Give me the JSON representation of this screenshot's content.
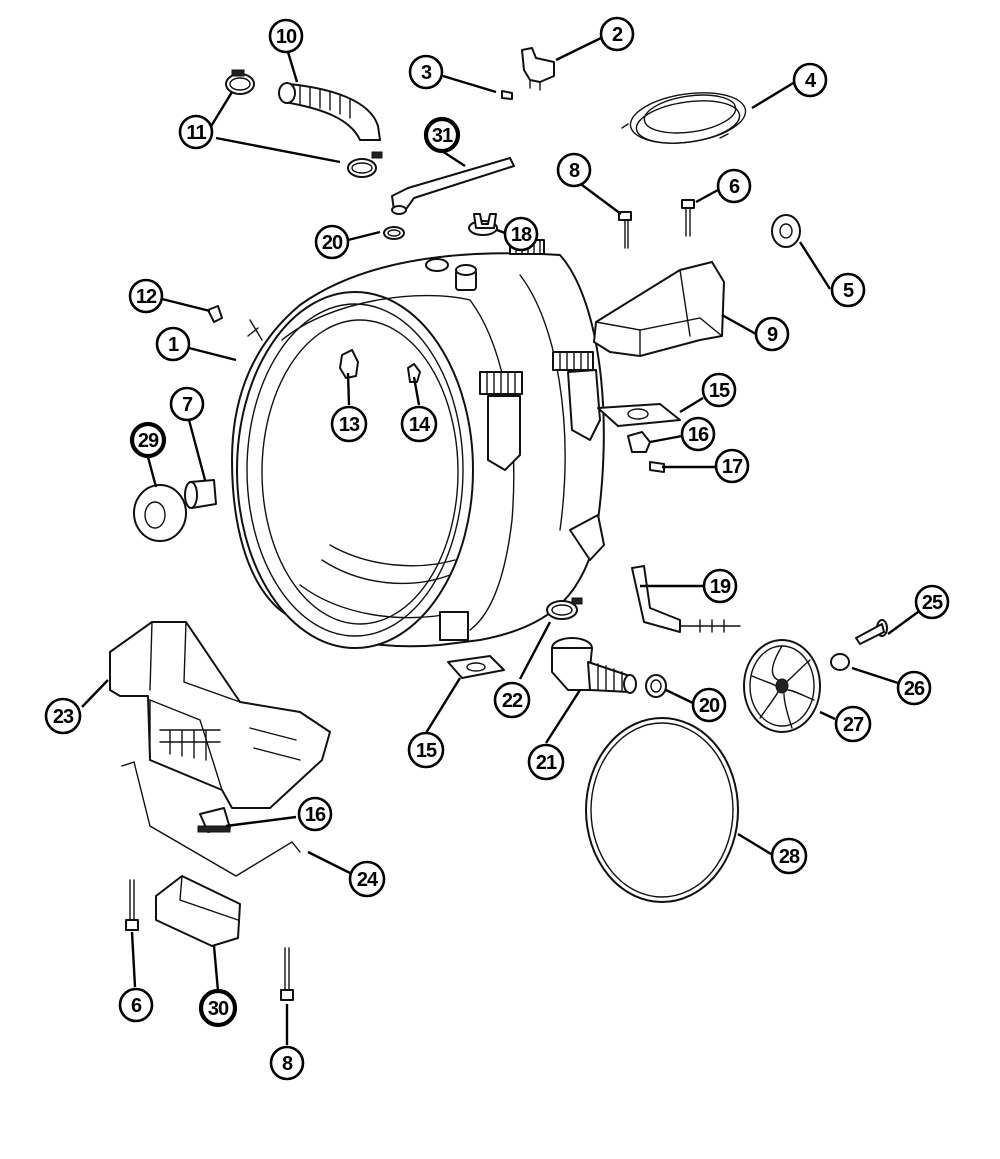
{
  "colors": {
    "line": "#000000",
    "background": "#ffffff"
  },
  "callouts": [
    {
      "id": "c10",
      "label": "10"
    },
    {
      "id": "c3",
      "label": "3"
    },
    {
      "id": "c2",
      "label": "2"
    },
    {
      "id": "c4",
      "label": "4"
    },
    {
      "id": "c11",
      "label": "11"
    },
    {
      "id": "c31",
      "label": "31"
    },
    {
      "id": "c8a",
      "label": "8"
    },
    {
      "id": "c6a",
      "label": "6"
    },
    {
      "id": "c20a",
      "label": "20"
    },
    {
      "id": "c18",
      "label": "18"
    },
    {
      "id": "c5",
      "label": "5"
    },
    {
      "id": "c12",
      "label": "12"
    },
    {
      "id": "c9",
      "label": "9"
    },
    {
      "id": "c1",
      "label": "1"
    },
    {
      "id": "c15a",
      "label": "15"
    },
    {
      "id": "c7",
      "label": "7"
    },
    {
      "id": "c13",
      "label": "13"
    },
    {
      "id": "c14",
      "label": "14"
    },
    {
      "id": "c16a",
      "label": "16"
    },
    {
      "id": "c29",
      "label": "29"
    },
    {
      "id": "c17",
      "label": "17"
    },
    {
      "id": "c19",
      "label": "19"
    },
    {
      "id": "c25",
      "label": "25"
    },
    {
      "id": "c22",
      "label": "22"
    },
    {
      "id": "c20b",
      "label": "20"
    },
    {
      "id": "c26",
      "label": "26"
    },
    {
      "id": "c23",
      "label": "23"
    },
    {
      "id": "c27",
      "label": "27"
    },
    {
      "id": "c15b",
      "label": "15"
    },
    {
      "id": "c21",
      "label": "21"
    },
    {
      "id": "c16b",
      "label": "16"
    },
    {
      "id": "c28",
      "label": "28"
    },
    {
      "id": "c24",
      "label": "24"
    },
    {
      "id": "c6b",
      "label": "6"
    },
    {
      "id": "c30",
      "label": "30"
    },
    {
      "id": "c8b",
      "label": "8"
    }
  ]
}
